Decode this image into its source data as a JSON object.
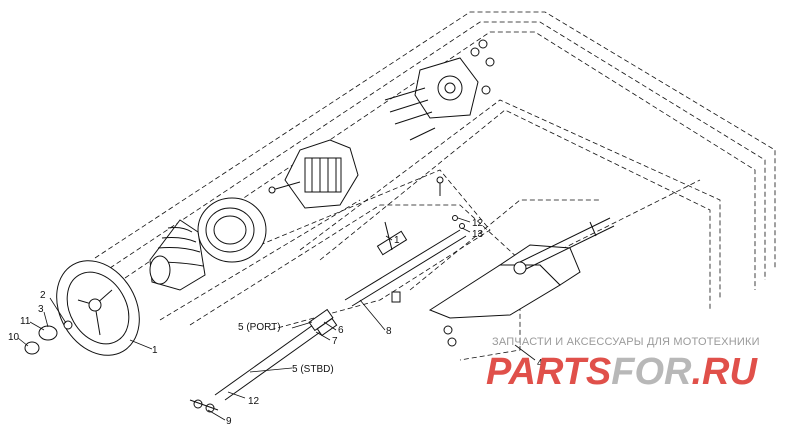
{
  "callouts": {
    "c1": "1",
    "c2": "2",
    "c3": "3",
    "c4": "4",
    "c5port": "5 (PORT)",
    "c5stbd": "5 (STBD)",
    "c6": "6",
    "c7": "7",
    "c8": "8",
    "c9": "9",
    "c10": "10",
    "c11": "11",
    "c12a": "12",
    "c12b": "12",
    "c13": "13",
    "c1b": "1"
  },
  "watermark": {
    "tagline": "ЗАПЧАСТИ И АКСЕССУАРЫ ДЛЯ МОТОТЕХНИКИ",
    "logo_part1": "PARTS",
    "logo_part2": "FOR",
    "logo_part3": ".RU",
    "logo_red": "#e0504a",
    "logo_gray": "#b8b8b8"
  }
}
